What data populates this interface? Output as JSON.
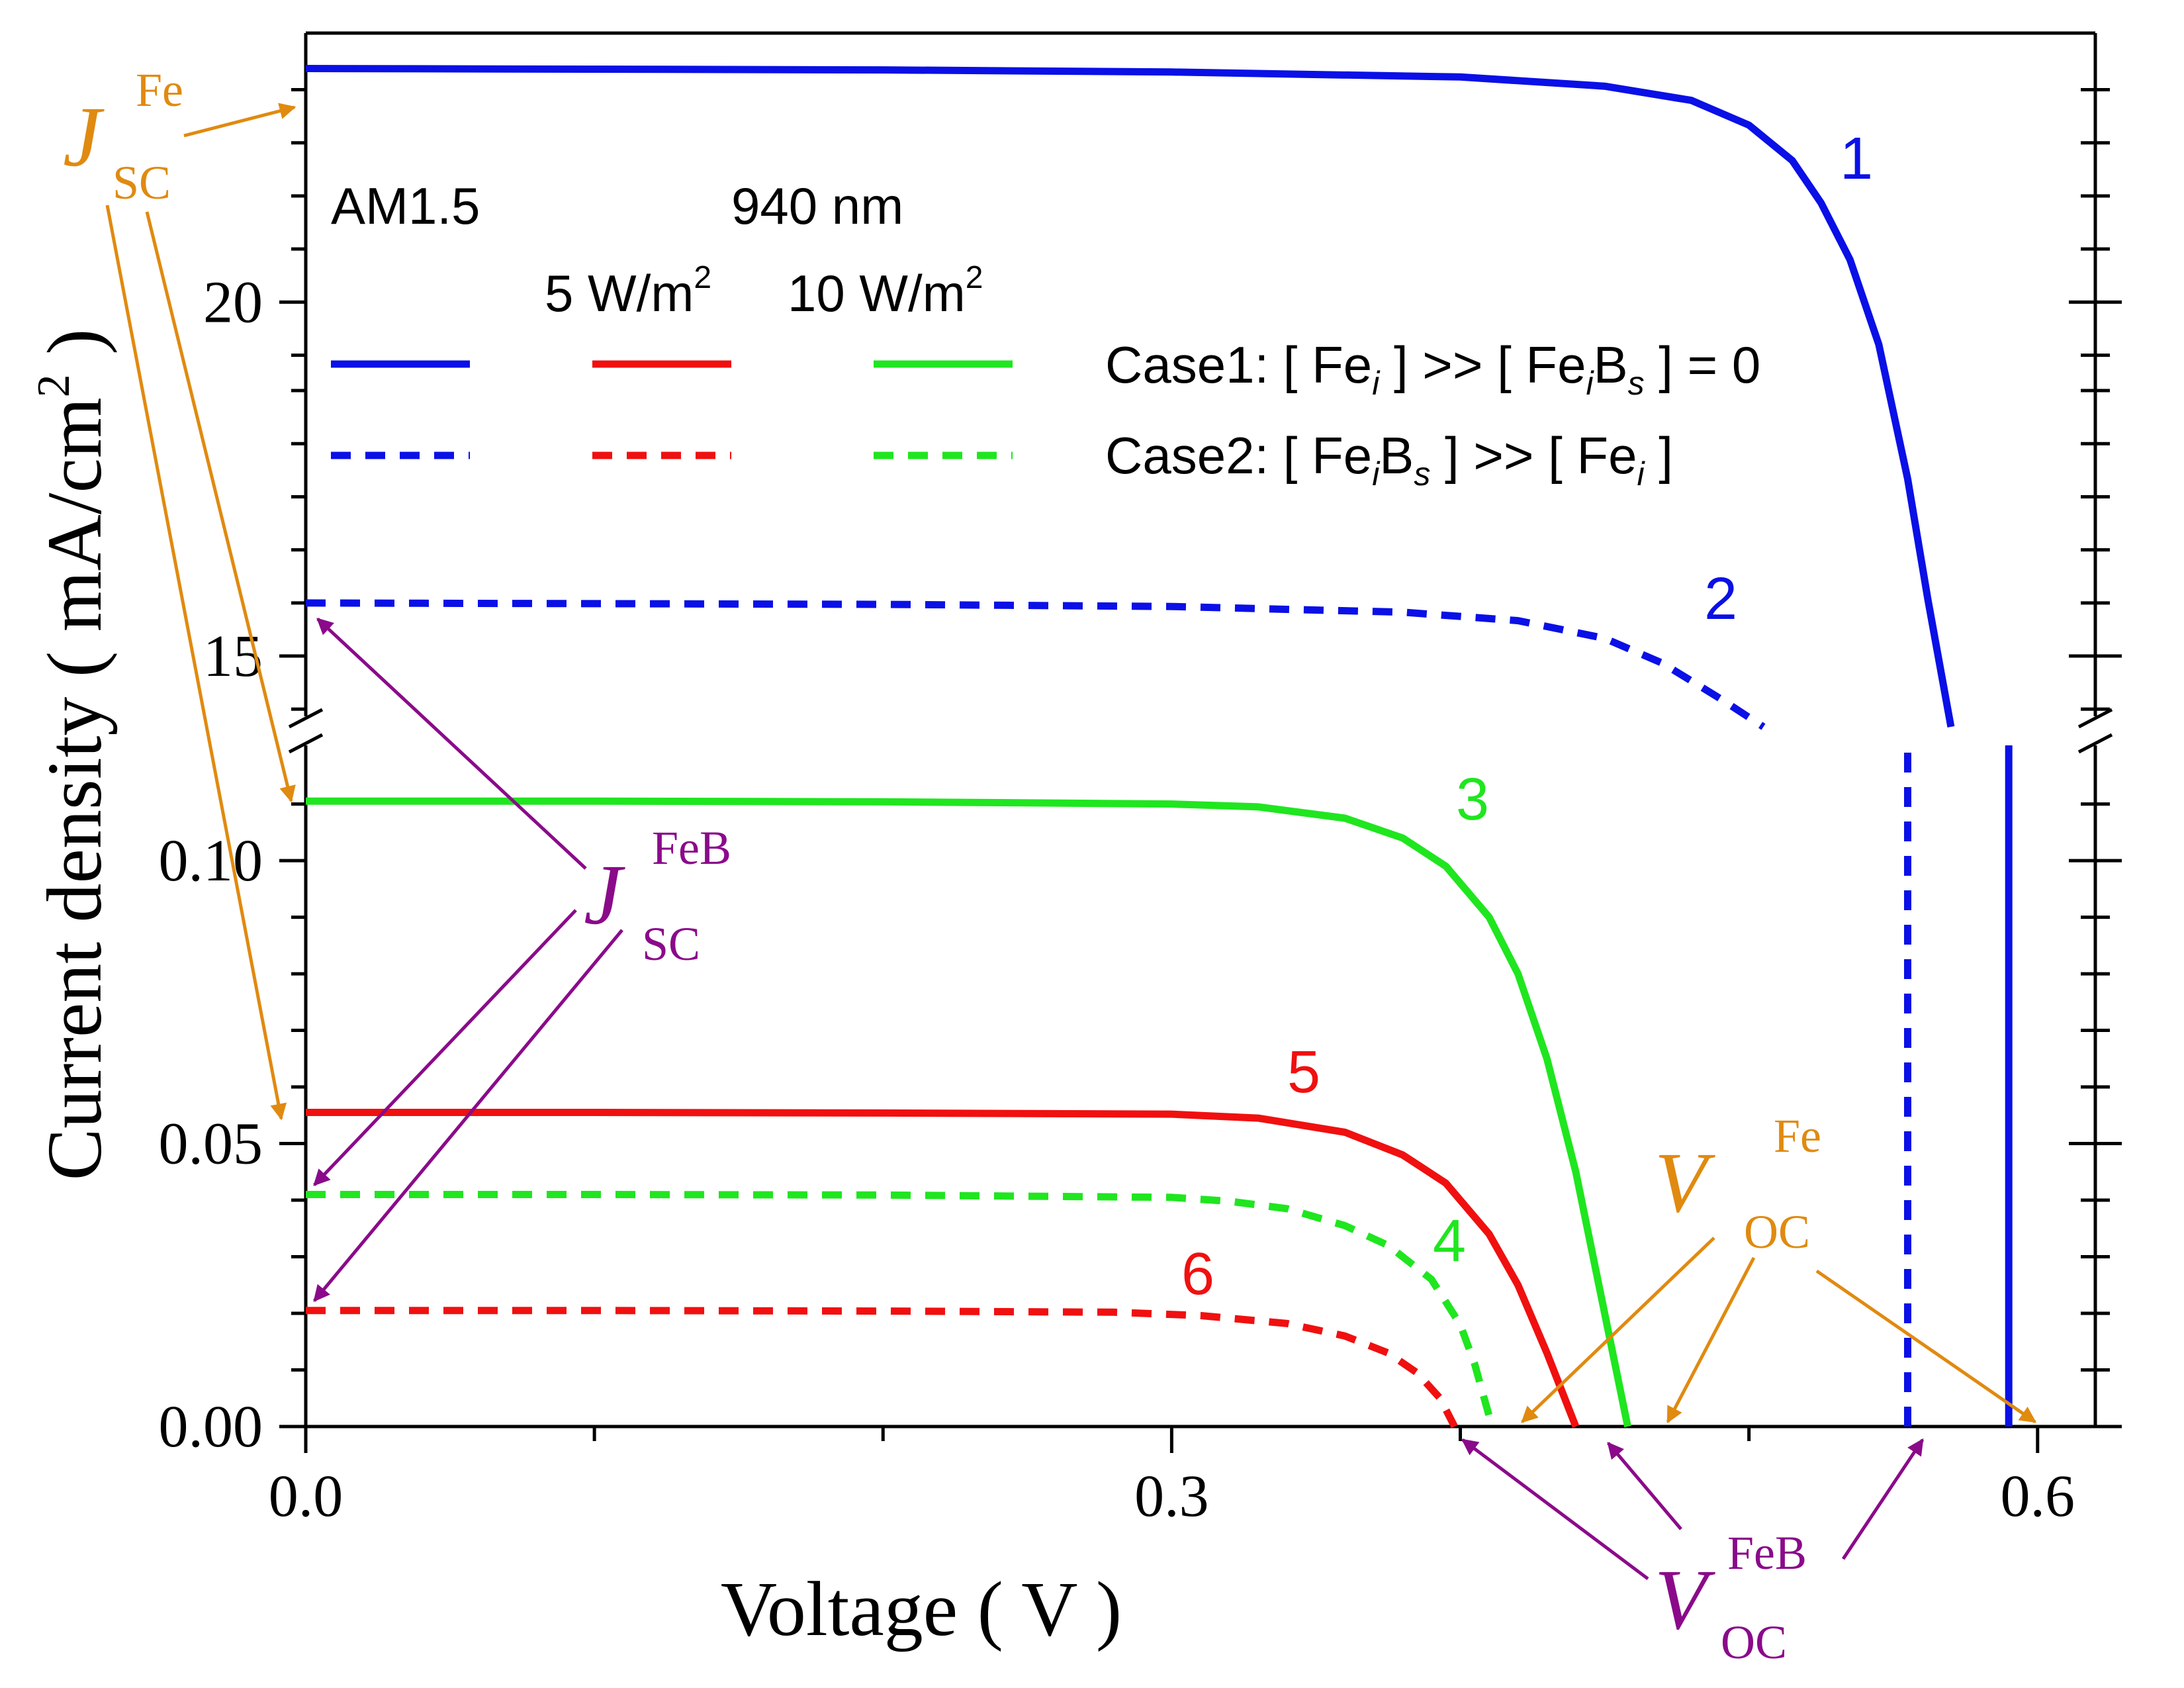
{
  "chart_data": {
    "type": "line",
    "title": "",
    "xlabel": "Voltage ( V )",
    "ylabel": "Current density ( mA/cm",
    "ylabel_sup": "2",
    "ylabel_close": " )",
    "xlim": [
      0,
      0.62
    ],
    "x_ticks": [
      {
        "value": 0.0,
        "label": "0.0"
      },
      {
        "value": 0.3,
        "label": "0.3"
      },
      {
        "value": 0.6,
        "label": "0.6"
      }
    ],
    "x_minor_ticks": [
      0.1,
      0.2,
      0.4,
      0.5
    ],
    "y_axis_broken": true,
    "y_upper_segment": {
      "ylim": [
        14.0,
        23.8
      ],
      "ticks": [
        {
          "value": 15,
          "label": "15"
        },
        {
          "value": 20,
          "label": "20"
        }
      ],
      "minor_ticks": [
        14.25,
        15.75,
        16.5,
        17.25,
        18.0,
        18.75,
        19.25,
        20.75,
        21.5,
        22.25,
        23.0
      ]
    },
    "y_lower_segment": {
      "ylim": [
        0.0,
        0.122
      ],
      "ticks": [
        {
          "value": 0.0,
          "label": "0.00"
        },
        {
          "value": 0.05,
          "label": "0.05"
        },
        {
          "value": 0.1,
          "label": "0.10"
        }
      ],
      "minor_ticks": [
        0.01,
        0.02,
        0.03,
        0.04,
        0.06,
        0.07,
        0.08,
        0.09,
        0.11
      ]
    },
    "legend": {
      "illumination_am": "AM1.5",
      "illumination_nm": "940 nm",
      "power_5": "5 W/m",
      "power_10": "10 W/m",
      "power_sup": "2",
      "case1": {
        "prefix": "Case1: [ Fe",
        "sub1": "i",
        "mid": " ] >> [ Fe",
        "sub2": "i",
        "b": "B",
        "sub3": "s",
        "suffix": " ] = 0"
      },
      "case2": {
        "prefix": "Case2: [ Fe",
        "sub1": "i",
        "b": "B",
        "sub2": "s",
        "mid": " ] >> [ Fe",
        "sub3": "i",
        "suffix": " ]"
      }
    },
    "series": [
      {
        "label": "1",
        "segment": "upper",
        "style": "solid",
        "color": "#0a10e6",
        "x": [
          0.0,
          0.1,
          0.2,
          0.3,
          0.4,
          0.45,
          0.48,
          0.5,
          0.515,
          0.525,
          0.535,
          0.545,
          0.555,
          0.562,
          0.57
        ],
        "y": [
          23.3,
          23.29,
          23.28,
          23.25,
          23.18,
          23.05,
          22.85,
          22.5,
          22.0,
          21.4,
          20.6,
          19.4,
          17.5,
          15.8,
          14.0
        ]
      },
      {
        "label": "2",
        "segment": "upper",
        "style": "dashed",
        "color": "#0a10e6",
        "x": [
          0.0,
          0.1,
          0.2,
          0.3,
          0.38,
          0.42,
          0.45,
          0.47,
          0.49,
          0.505
        ],
        "y": [
          15.75,
          15.74,
          15.73,
          15.7,
          15.62,
          15.5,
          15.25,
          14.9,
          14.4,
          14.0
        ]
      },
      {
        "label": "3",
        "segment": "lower",
        "style": "solid",
        "color": "#1fe61f",
        "x": [
          0.0,
          0.1,
          0.2,
          0.3,
          0.33,
          0.36,
          0.38,
          0.395,
          0.41,
          0.42,
          0.43,
          0.44,
          0.45,
          0.458
        ],
        "y": [
          0.1105,
          0.1105,
          0.1104,
          0.11,
          0.1095,
          0.1075,
          0.104,
          0.099,
          0.09,
          0.08,
          0.065,
          0.045,
          0.02,
          0.0
        ]
      },
      {
        "label": "5",
        "segment": "lower",
        "style": "solid",
        "color": "#f01010",
        "x": [
          0.0,
          0.1,
          0.2,
          0.3,
          0.33,
          0.36,
          0.38,
          0.395,
          0.41,
          0.42,
          0.43,
          0.44
        ],
        "y": [
          0.0555,
          0.0555,
          0.0554,
          0.0552,
          0.0545,
          0.052,
          0.048,
          0.043,
          0.034,
          0.025,
          0.013,
          0.0
        ]
      },
      {
        "label": "4",
        "segment": "lower",
        "style": "dashed",
        "color": "#1fe61f",
        "x": [
          0.0,
          0.1,
          0.2,
          0.3,
          0.32,
          0.34,
          0.36,
          0.375,
          0.39,
          0.4,
          0.405,
          0.411
        ],
        "y": [
          0.041,
          0.041,
          0.0409,
          0.0405,
          0.0398,
          0.0385,
          0.0355,
          0.032,
          0.026,
          0.018,
          0.011,
          0.0
        ]
      },
      {
        "label": "6",
        "segment": "lower",
        "style": "dashed",
        "color": "#f01010",
        "x": [
          0.0,
          0.1,
          0.2,
          0.28,
          0.31,
          0.34,
          0.36,
          0.375,
          0.385,
          0.393,
          0.398
        ],
        "y": [
          0.0205,
          0.0205,
          0.0204,
          0.0202,
          0.0196,
          0.0182,
          0.016,
          0.013,
          0.0095,
          0.005,
          0.0
        ]
      },
      {
        "label": "",
        "segment": "both",
        "style": "solid",
        "color": "#0a10e6",
        "vertical": true,
        "x": [
          0.59,
          0.59
        ],
        "y": [
          0.0,
          14.0
        ]
      },
      {
        "label": "",
        "segment": "both",
        "style": "dashed",
        "color": "#0a10e6",
        "vertical": true,
        "x": [
          0.555,
          0.555
        ],
        "y": [
          0.0,
          14.0
        ]
      }
    ],
    "annotations": {
      "jsc_fe": {
        "main": "J",
        "sup": "Fe",
        "sub": "SC",
        "color": "#e08a10"
      },
      "jsc_feb": {
        "main": "J",
        "sup": "FeB",
        "sub": "SC",
        "color": "#8a0a8a"
      },
      "voc_fe": {
        "main": "V",
        "sup": "Fe",
        "sub": "OC",
        "color": "#e08a10"
      },
      "voc_feb": {
        "main": "V",
        "sup": "FeB",
        "sub": "OC",
        "color": "#8a0a8a"
      }
    }
  }
}
